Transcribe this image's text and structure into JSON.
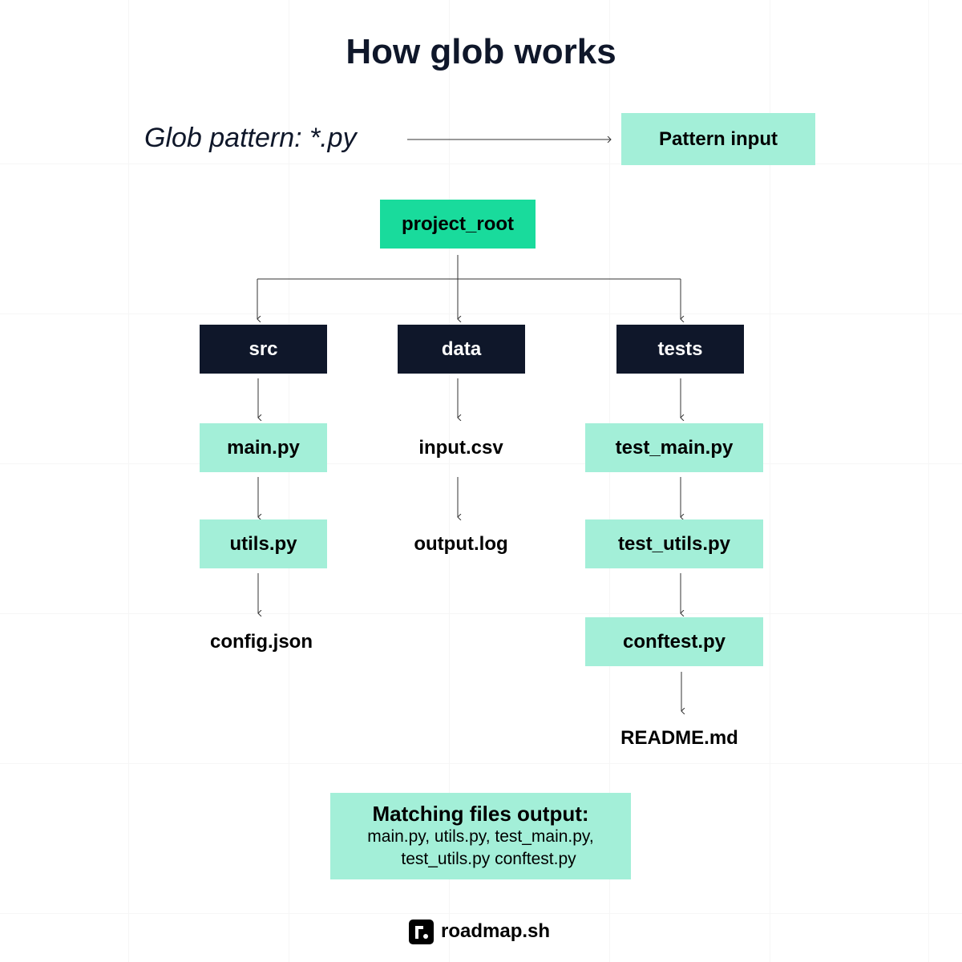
{
  "title": "How glob works",
  "pattern": {
    "label": "Glob pattern: *.py",
    "box": "Pattern input"
  },
  "root": "project_root",
  "folders": {
    "src": "src",
    "data": "data",
    "tests": "tests"
  },
  "src_files": [
    "main.py",
    "utils.py",
    "config.json"
  ],
  "data_files": [
    "input.csv",
    "output.log"
  ],
  "tests_files": [
    "test_main.py",
    "test_utils.py",
    "conftest.py",
    "README.md"
  ],
  "output": {
    "heading": "Matching files output:",
    "line1": "main.py, utils.py, test_main.py,",
    "line2": "test_utils.py conftest.py"
  },
  "brand": "roadmap.sh",
  "colors": {
    "mint": "#a3efd8",
    "green": "#19db9c",
    "dark": "#0f172a"
  }
}
